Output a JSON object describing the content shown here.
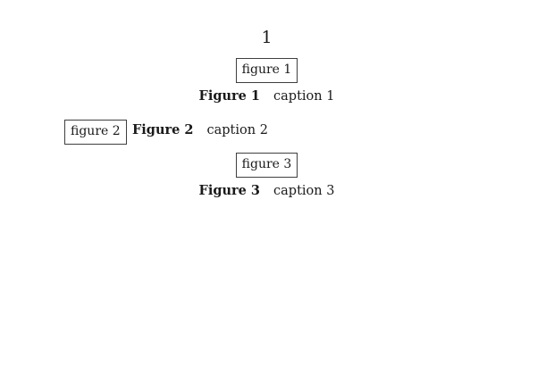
{
  "page": {
    "page_number": "1",
    "background_color": "#ffffff",
    "text_color": "#1a1a1a",
    "box_border_color": "#3f3f3f"
  },
  "figures": [
    {
      "placeholder": "figure 1",
      "label": "Figure 1",
      "caption": "caption 1",
      "layout": "centered-caption-below"
    },
    {
      "placeholder": "figure 2",
      "label": "Figure 2",
      "caption": "caption 2",
      "layout": "left-caption-beside"
    },
    {
      "placeholder": "figure 3",
      "label": "Figure 3",
      "caption": "caption 3",
      "layout": "centered-caption-below"
    }
  ]
}
